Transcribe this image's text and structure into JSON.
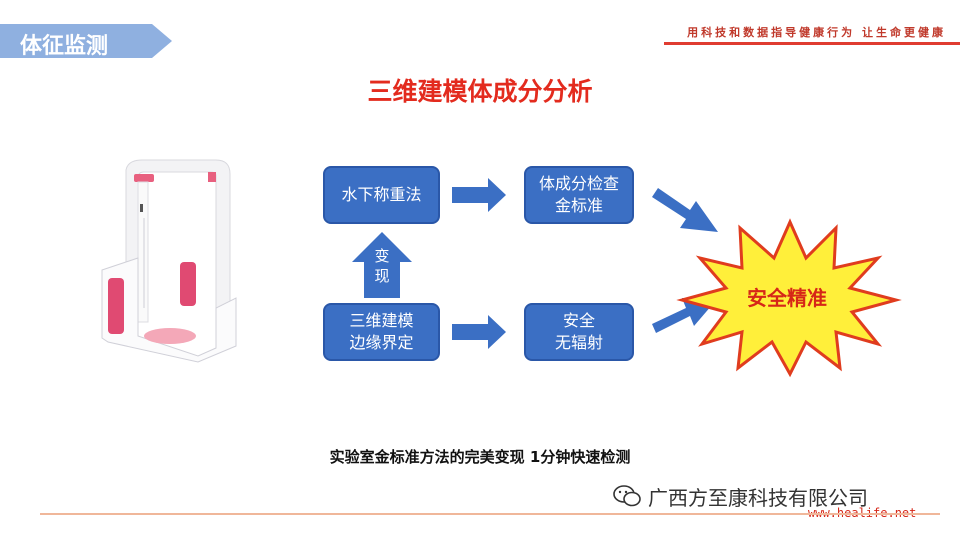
{
  "header": {
    "section_label": "体征监测",
    "slogan": "用科技和数据指导健康行为 让生命更健康"
  },
  "title": "三维建模体成分分析",
  "flow": {
    "water_method": "水下称重法",
    "gold_standard_line1": "体成分检查",
    "gold_standard_line2": "金标准",
    "realize_char1": "变",
    "realize_char2": "现",
    "modeling_line1": "三维建模",
    "modeling_line2": "边缘界定",
    "safe_line1": "安全",
    "safe_line2": "无辐射",
    "result": "安全精准"
  },
  "caption": "实验室金标准方法的完美变现 1分钟快速检测",
  "footer": {
    "company": "广西方至康科技有限公司",
    "url": "www.healife.net"
  },
  "colors": {
    "box_fill": "#3b6fc4",
    "accent_red": "#e32b1e",
    "star_fill": "#ffef3a"
  }
}
